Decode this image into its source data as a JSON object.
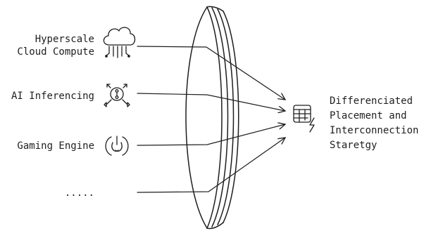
{
  "inputs": [
    {
      "label": "Hyperscale\nCloud Compute",
      "icon": "cloud-compute-icon"
    },
    {
      "label": "AI Inferencing",
      "icon": "ai-inferencing-icon"
    },
    {
      "label": "Gaming Engine",
      "icon": "gaming-engine-icon"
    },
    {
      "label": ".....",
      "icon": ""
    }
  ],
  "output": {
    "label": "Differenciated\nPlacement and\nInterconnection\nStaretgy",
    "icon": "table-lightning-icon"
  },
  "colors": {
    "stroke": "#1e1e1e",
    "background": "#ffffff"
  }
}
